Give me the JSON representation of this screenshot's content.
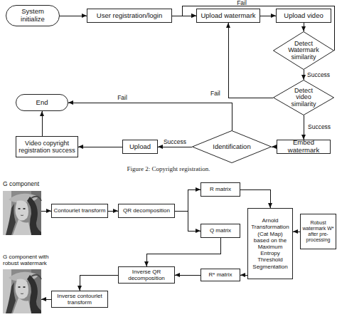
{
  "diagram": {
    "caption": "Figure 2: Copyright registration.",
    "nodes": [
      {
        "text": [
          "System initialize"
        ]
      },
      {
        "text": [
          "User registration/login"
        ]
      },
      {
        "text": [
          "Upload watermark"
        ]
      },
      {
        "text": [
          "Upload video"
        ]
      },
      {
        "text": [
          "Detect Watermark similarity"
        ]
      },
      {
        "text": [
          "Detect video similarity"
        ]
      },
      {
        "text": [
          "End"
        ]
      },
      {
        "text": [
          "Video copyright registration success"
        ]
      },
      {
        "text": [
          "Upload"
        ]
      },
      {
        "text": [
          "Identification"
        ]
      },
      {
        "text": [
          "Embed watermark"
        ]
      },
      {
        "text": [
          "G component"
        ]
      },
      {
        "text": [
          "Contourlet transform"
        ]
      },
      {
        "text": [
          "QR decomposition"
        ]
      },
      {
        "text": [
          "R matrix"
        ]
      },
      {
        "text": [
          "Q matrix"
        ]
      },
      {
        "text": [
          "Arnold Transformation (Cat Map) based on the Maximum Entropy Threshold Segmentation"
        ]
      },
      {
        "text": [
          "Robust watermark W* after pre-processing"
        ]
      },
      {
        "text": [
          "R* matrix"
        ]
      },
      {
        "text": [
          "Inverse QR decomposition"
        ]
      },
      {
        "text": [
          "Inverse contourlet transform"
        ]
      },
      {
        "text": [
          "G component with robust watermark"
        ]
      }
    ],
    "edges": [
      {
        "from": 0,
        "to": 1,
        "arrow": "to"
      },
      {
        "from": 1,
        "to": 2,
        "arrow": "to"
      },
      {
        "from": 2,
        "to": 3,
        "arrow": "to"
      },
      {
        "from": 3,
        "to": 4,
        "arrow": "to"
      },
      {
        "from": 4,
        "to": 2,
        "label": "Fail",
        "arrow": "to"
      },
      {
        "from": 4,
        "to": 5,
        "label": "Success",
        "arrow": "to"
      },
      {
        "from": 5,
        "to": 2,
        "label": "Fail",
        "arrow": "to"
      },
      {
        "from": 5,
        "to": 10,
        "label": "Success",
        "arrow": "to"
      },
      {
        "from": 10,
        "to": 9,
        "arrow": "to"
      },
      {
        "from": 9,
        "to": 8,
        "label": "Success",
        "arrow": "to"
      },
      {
        "from": 8,
        "to": 7,
        "arrow": "to"
      },
      {
        "from": 9,
        "to": 6,
        "label": "Fail",
        "arrow": "to"
      },
      {
        "from": 7,
        "to": 6,
        "arrow": "to"
      },
      {
        "from": 11,
        "to": 12,
        "arrow": "to"
      },
      {
        "from": 12,
        "to": 13,
        "arrow": "to"
      },
      {
        "from": 13,
        "to": 14,
        "arrow": "to"
      },
      {
        "from": 13,
        "to": 15,
        "arrow": "to"
      },
      {
        "from": 14,
        "to": 16,
        "arrow": "to"
      },
      {
        "from": 17,
        "to": 16,
        "arrow": "to"
      },
      {
        "from": 16,
        "to": 18,
        "arrow": "to"
      },
      {
        "from": 18,
        "to": 19,
        "arrow": "to"
      },
      {
        "from": 15,
        "to": 19,
        "arrow": "to"
      },
      {
        "from": 19,
        "to": 20,
        "arrow": "to"
      },
      {
        "from": 20,
        "to": 21,
        "arrow": "to"
      }
    ]
  }
}
